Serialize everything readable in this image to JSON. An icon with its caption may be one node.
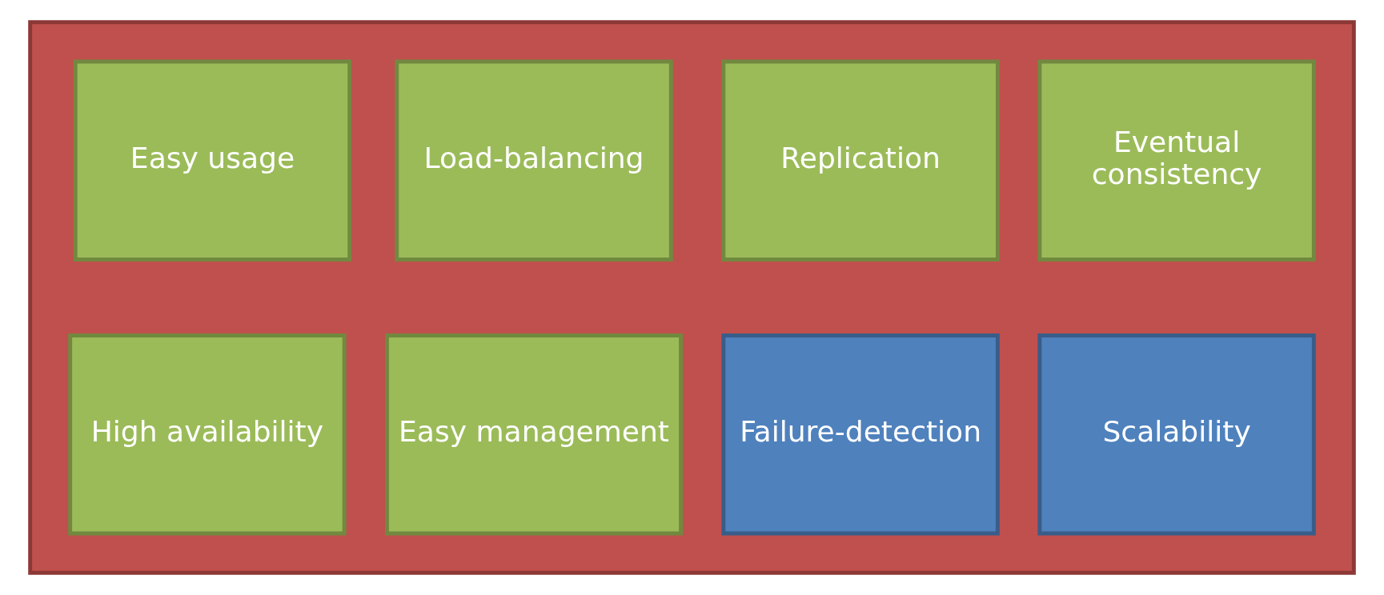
{
  "diagram": {
    "nodes": [
      {
        "text": [],
        "shape": "box"
      },
      {
        "text": [
          "Easy usage"
        ],
        "in": 0
      },
      {
        "text": [
          "Load-balancing"
        ],
        "in": 0
      },
      {
        "text": [
          "Replication"
        ],
        "in": 0
      },
      {
        "text": [
          "Eventual consistency"
        ],
        "in": 0
      },
      {
        "text": [
          "High availability"
        ],
        "in": 0
      },
      {
        "text": [
          "Easy management"
        ],
        "in": 0
      },
      {
        "text": [
          "Failure-detection"
        ],
        "in": 0
      },
      {
        "text": [
          "Scalability"
        ],
        "in": 0
      }
    ],
    "edges": []
  }
}
